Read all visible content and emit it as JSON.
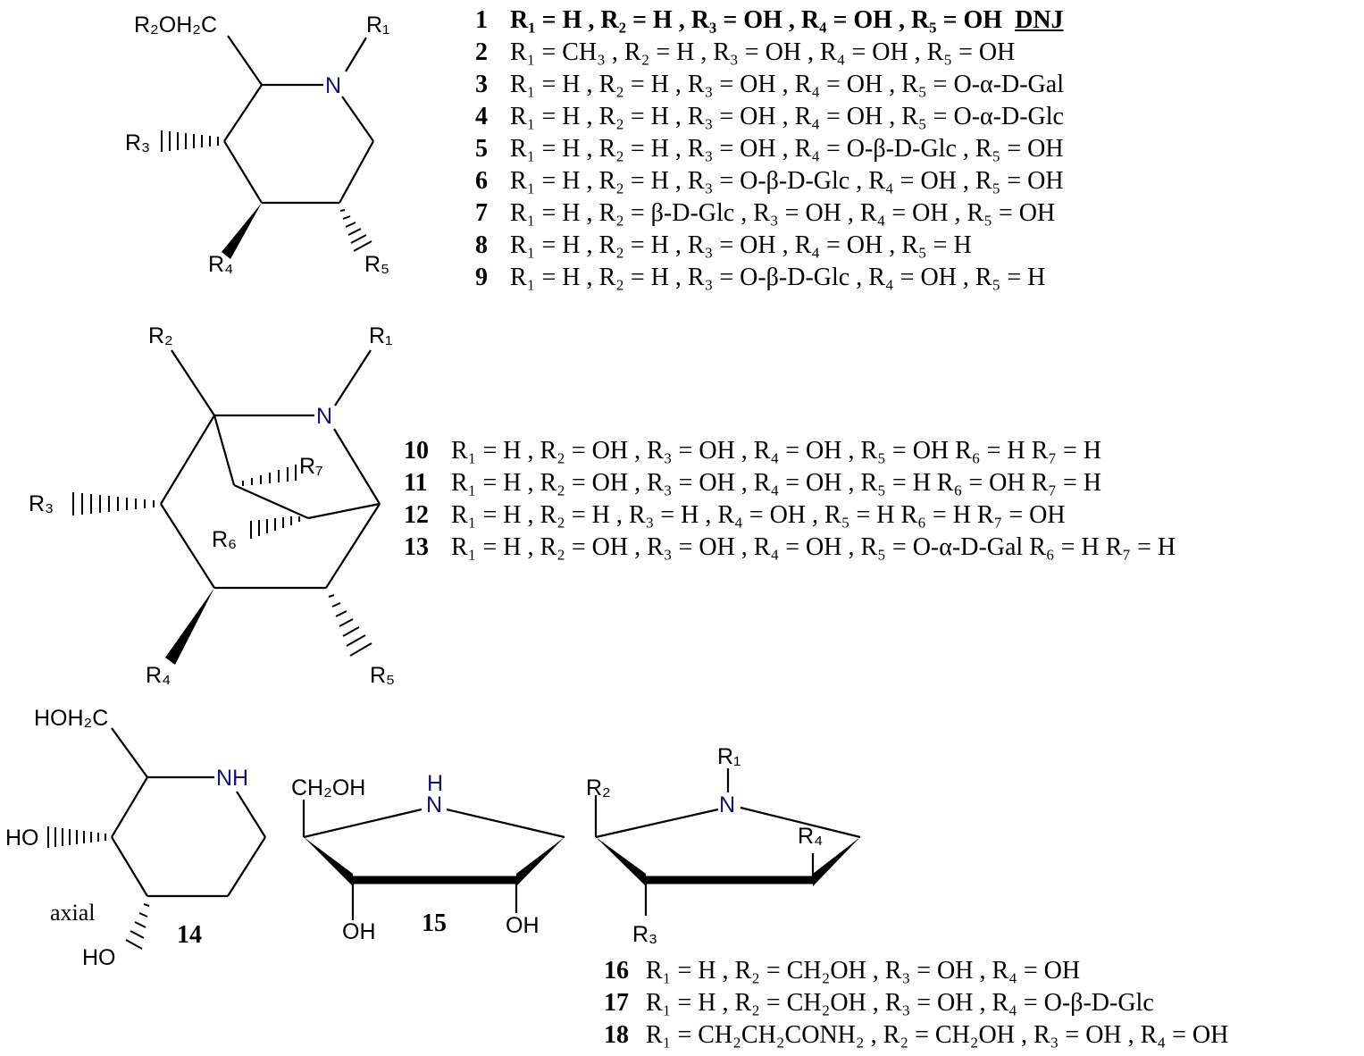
{
  "structure_labels": {
    "s1": {
      "r2oh2c": "R₂OH₂C",
      "r1": "R₁",
      "n": "N",
      "r3": "R₃",
      "r4": "R₄",
      "r5": "R₅"
    },
    "s2": {
      "r2": "R₂",
      "r1": "R₁",
      "n": "N",
      "r7": "R₇",
      "r3": "R₃",
      "r6": "R₆",
      "r4": "R₄",
      "r5": "R₅"
    },
    "s14": {
      "hoh2c": "HOH₂C",
      "nh": "NH",
      "ho_upper": "HO",
      "axial": "axial",
      "ho_lower": "HO",
      "number": "14"
    },
    "s15": {
      "ch2oh": "CH₂OH",
      "h": "H",
      "n": "N",
      "oh_left": "OH",
      "number": "15",
      "oh_right": "OH"
    },
    "s16": {
      "r1": "R₁",
      "n": "N",
      "r2": "R₂",
      "r4": "R₄",
      "r3": "R₃"
    }
  },
  "compound_series": [
    {
      "number": "1",
      "bold": true,
      "text": "R₁ = H , R₂ = H , R₃ = OH , R₄ = OH , R₅ = OH",
      "tag": "DNJ"
    },
    {
      "number": "2",
      "text": "R₁ = CH₃ , R₂ = H , R₃ = OH , R₄ = OH , R₅ = OH"
    },
    {
      "number": "3",
      "text": "R₁ = H , R₂ = H , R₃ = OH , R₄ = OH , R₅ = O-α-D-Gal"
    },
    {
      "number": "4",
      "text": "R₁ = H , R₂ = H , R₃ = OH , R₄ = OH , R₅ = O-α-D-Glc"
    },
    {
      "number": "5",
      "text": "R₁ = H , R₂ = H , R₃ = OH , R₄ = O-β-D-Glc , R₅ = OH"
    },
    {
      "number": "6",
      "text": "R₁ = H , R₂ = H , R₃ = O-β-D-Glc , R₄ = OH , R₅ = OH"
    },
    {
      "number": "7",
      "text": "R₁ = H , R₂ = β-D-Glc , R₃ = OH , R₄ = OH , R₅ = OH"
    },
    {
      "number": "8",
      "text": "R₁ = H , R₂ = H , R₃ = OH , R₄ = OH , R₅ = H"
    },
    {
      "number": "9",
      "text": "R₁ = H , R₂ = H , R₃ = O-β-D-Glc , R₄ = OH , R₅ = H"
    },
    {
      "number": "10",
      "text": "R₁ = H , R₂ = OH , R₃ = OH , R₄ = OH , R₅ = OH  R₆ = H  R₇ = H"
    },
    {
      "number": "11",
      "text": "R₁ = H , R₂ = OH , R₃ = OH , R₄ = OH , R₅ = H  R₆ = OH  R₇ = H"
    },
    {
      "number": "12",
      "text": "R₁ = H , R₂ = H , R₃ = H , R₄ = OH , R₅ = H  R₆ = H  R₇ = OH"
    },
    {
      "number": "13",
      "text": "R₁ = H , R₂ = OH , R₃ = OH , R₄ = OH , R₅ = O-α-D-Gal  R₆ = H  R₇ = H"
    },
    {
      "number": "16",
      "text": "R₁ = H , R₂ = CH₂OH , R₃ = OH , R₄ = OH"
    },
    {
      "number": "17",
      "text": "R₁ = H , R₂ = CH₂OH , R₃ = OH , R₄ = O-β-D-Glc"
    },
    {
      "number": "18",
      "text": "R₁ = CH₂CH₂CONH₂ , R₂ = CH₂OH , R₃ = OH , R₄ = OH"
    }
  ]
}
